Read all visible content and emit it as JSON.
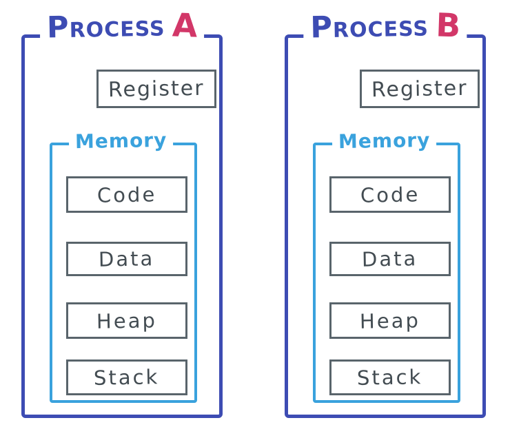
{
  "colors": {
    "indigo": "#3d4cb3",
    "pink": "#d23768",
    "sky_blue": "#3aa2dd",
    "box_border": "#59646b",
    "box_text": "#434c52",
    "background": "#ffffff"
  },
  "processes": [
    {
      "title": "Process",
      "letter": "A",
      "register_label": "Register",
      "memory": {
        "label": "Memory",
        "segments": [
          "Code",
          "Data",
          "Heap",
          "Stack"
        ]
      }
    },
    {
      "title": "Process",
      "letter": "B",
      "register_label": "Register",
      "memory": {
        "label": "Memory",
        "segments": [
          "Code",
          "Data",
          "Heap",
          "Stack"
        ]
      }
    }
  ]
}
